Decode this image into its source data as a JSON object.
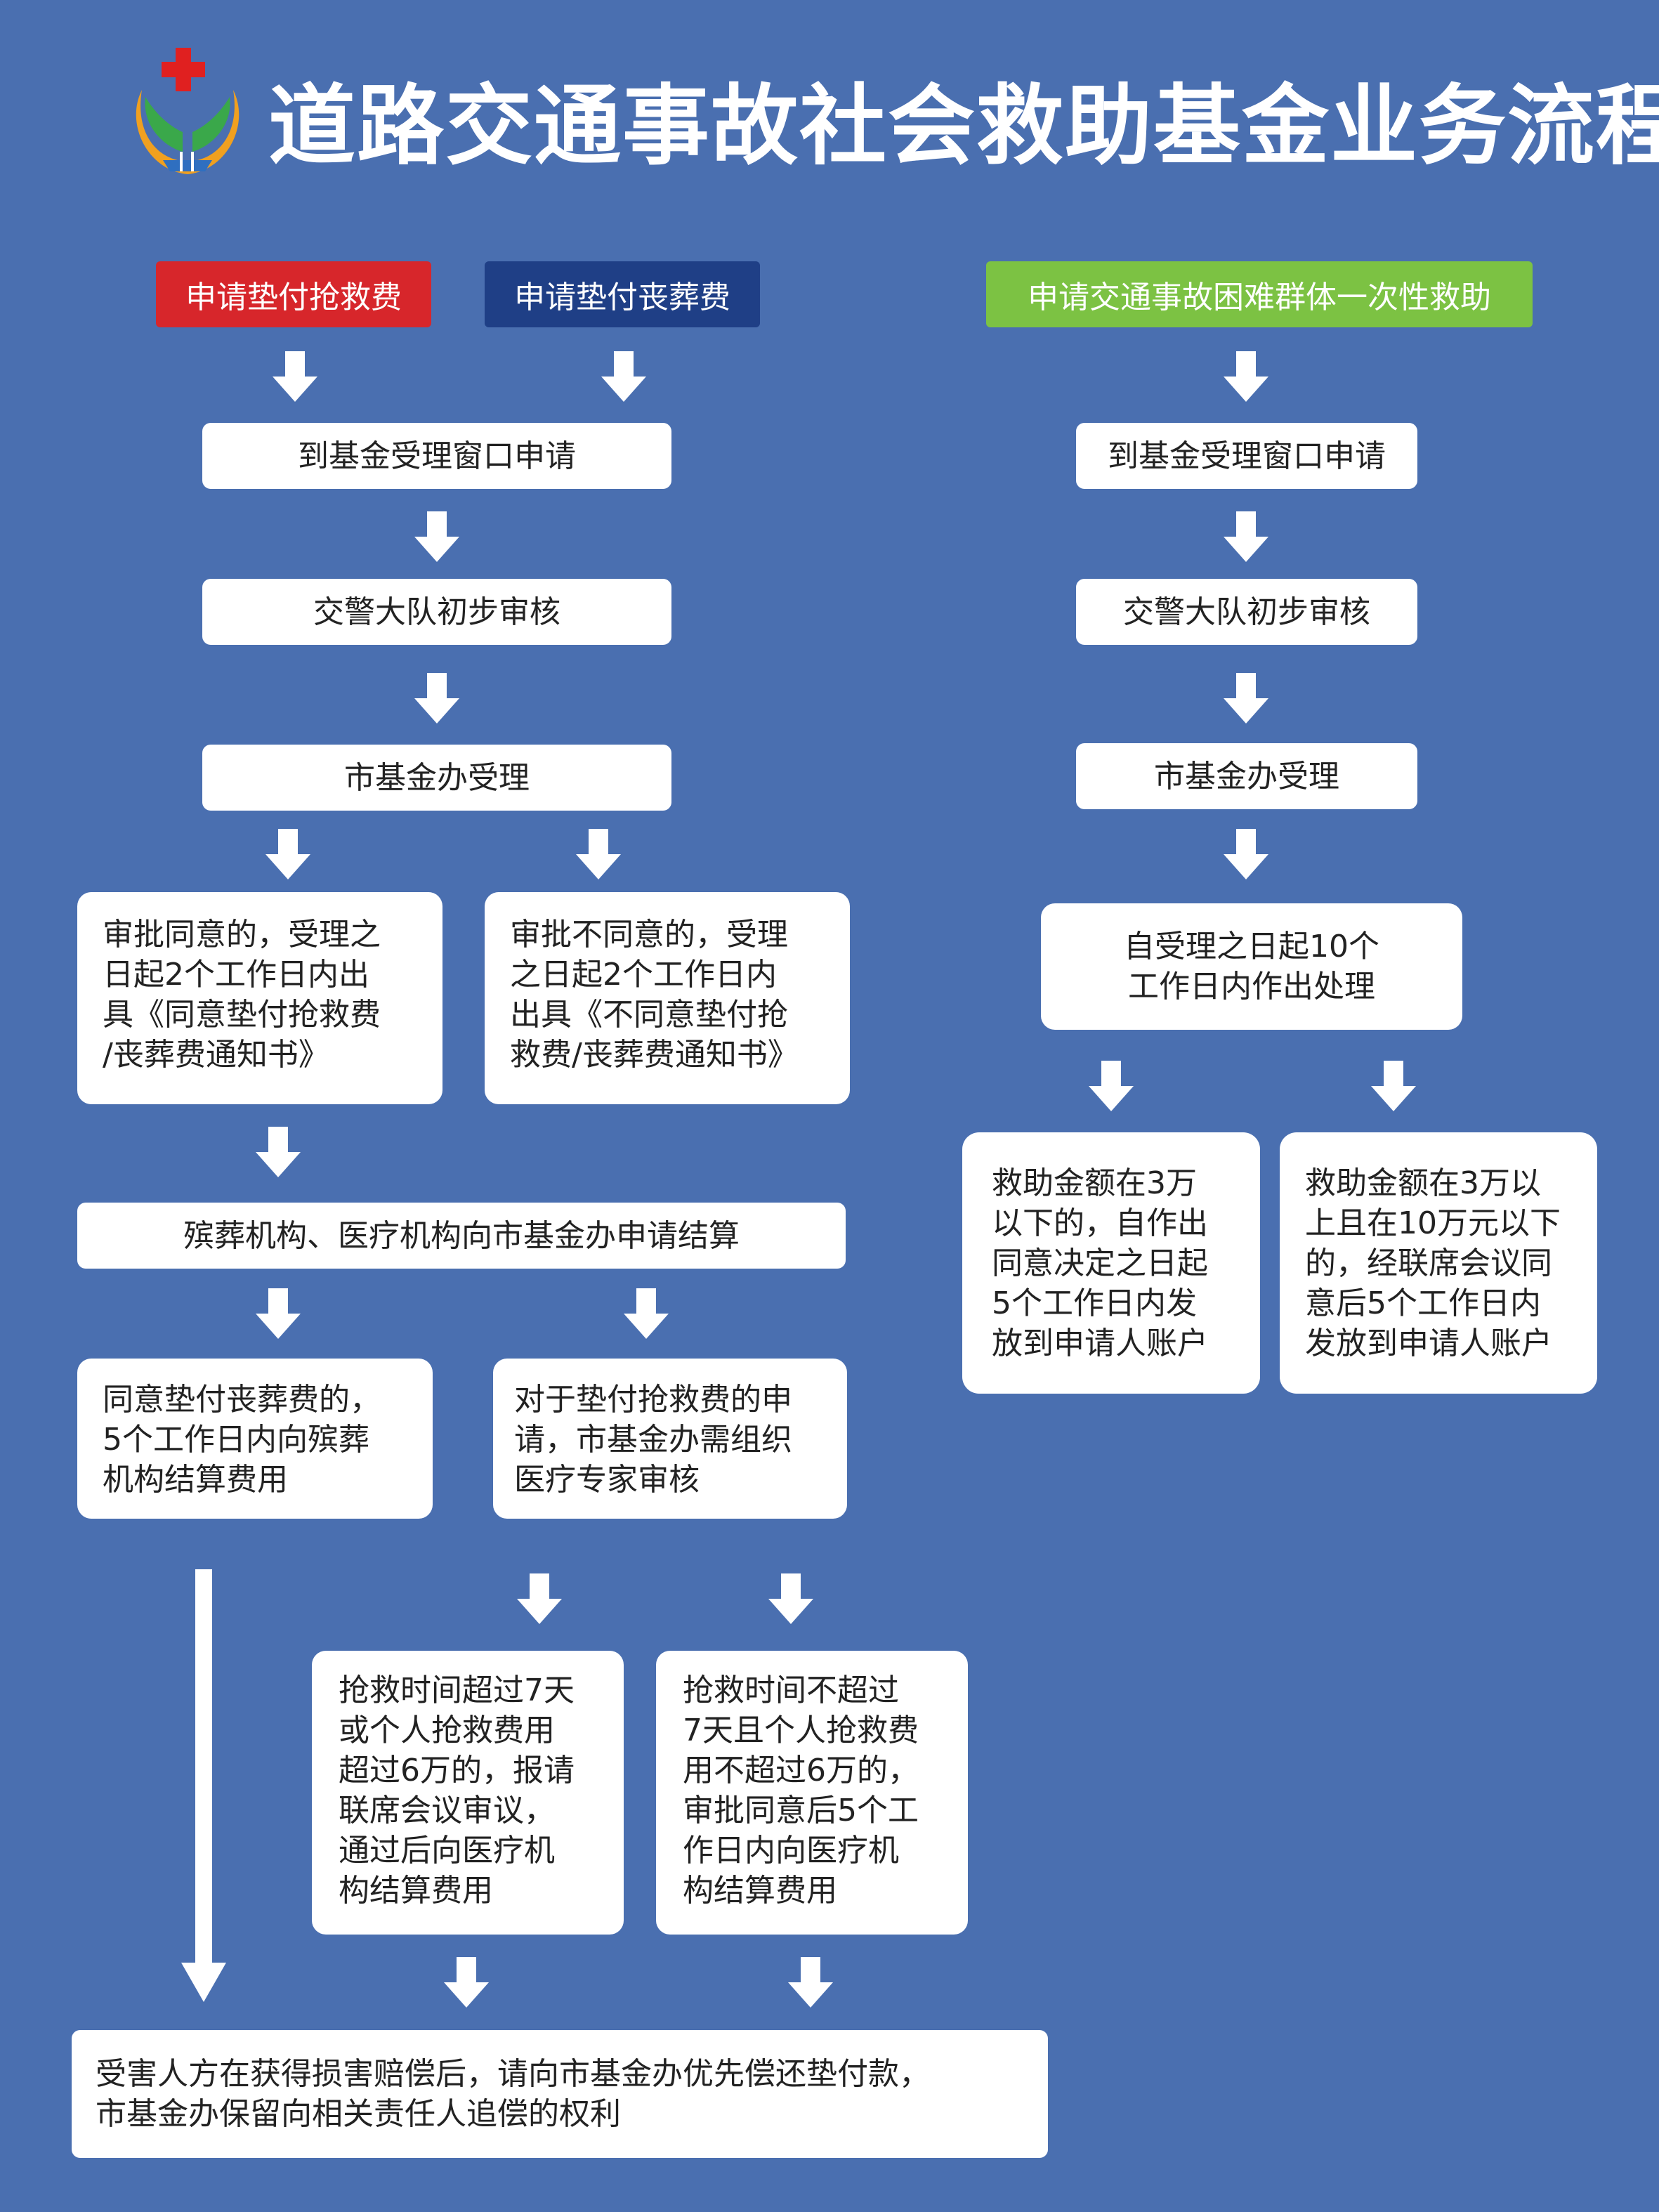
{
  "header": {
    "title": "道路交通事故社会救助基金业务流程"
  },
  "colors": {
    "background": "#4a6fb0",
    "tag_red": "#d7262b",
    "tag_navy": "#1f3f86",
    "tag_green": "#7cc243",
    "box": "#ffffff"
  },
  "tags": {
    "rescue": "申请垫付抢救费",
    "funeral": "申请垫付丧葬费",
    "hardship": "申请交通事故困难群体一次性救助"
  },
  "left": {
    "apply": "到基金受理窗口申请",
    "police": "交警大队初步审核",
    "accept": "市基金办受理",
    "approve": "审批同意的，受理之\n日起2个工作日内出\n具《同意垫付抢救费\n/丧葬费通知书》",
    "reject": "审批不同意的，受理\n之日起2个工作日内\n出具《不同意垫付抢\n救费/丧葬费通知书》",
    "settle": "殡葬机构、医疗机构向市基金办申请结算",
    "funeral_settle": "同意垫付丧葬费的，\n5个工作日内向殡葬\n机构结算费用",
    "rescue_review": "对于垫付抢救费的申\n请，市基金办需组织\n医疗专家审核",
    "over": "抢救时间超过7天\n或个人抢救费用\n超过6万的，报请\n联席会议审议，\n通过后向医疗机\n构结算费用",
    "under": "抢救时间不超过\n7天且个人抢救费\n用不超过6万的，\n审批同意后5个工\n作日内向医疗机\n构结算费用",
    "repay": "受害人方在获得损害赔偿后，请向市基金办优先偿还垫付款，\n市基金办保留向相关责任人追偿的权利"
  },
  "right": {
    "apply": "到基金受理窗口申请",
    "police": "交警大队初步审核",
    "accept": "市基金办受理",
    "process": "自受理之日起10个\n工作日内作出处理",
    "small": "救助金额在3万\n以下的，自作出\n同意决定之日起\n5个工作日内发\n放到申请人账户",
    "large": "救助金额在3万以\n上且在10万元以下\n的，经联席会议同\n意后5个工作日内\n发放到申请人账户"
  }
}
